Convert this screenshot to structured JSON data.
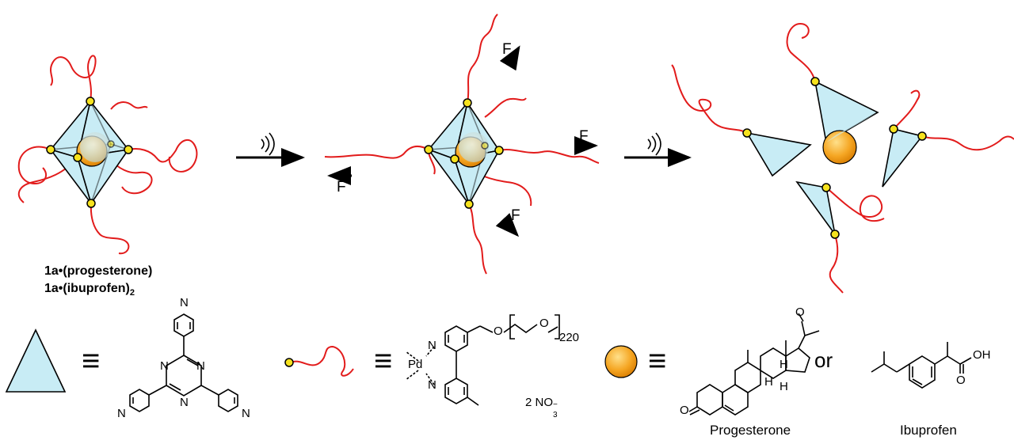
{
  "labels": {
    "complex_line1": "1a•(progesterone)",
    "complex_line2_main": "1a•(ibuprofen)",
    "complex_line2_sub": "2",
    "force": "F",
    "equiv": "≡",
    "or": "or",
    "progesterone": "Progesterone",
    "ibuprofen": "Ibuprofen",
    "counterion_main": "2 NO",
    "counterion_sub": "3",
    "counterion_sup": "−",
    "peg_count": "220",
    "atom_N": "N",
    "atom_O": "O",
    "atom_Pd": "Pd",
    "atom_H": "H",
    "atom_OH": "OH"
  },
  "colors": {
    "polymer": "#e21b1b",
    "face_fill": "#c8ecf5",
    "vertex": "#f6e21e",
    "guest": "#f5a623",
    "stroke": "#000000"
  },
  "icons": {
    "ultrasound": "ultrasound-waves-icon",
    "arrow": "reaction-arrow-icon"
  }
}
